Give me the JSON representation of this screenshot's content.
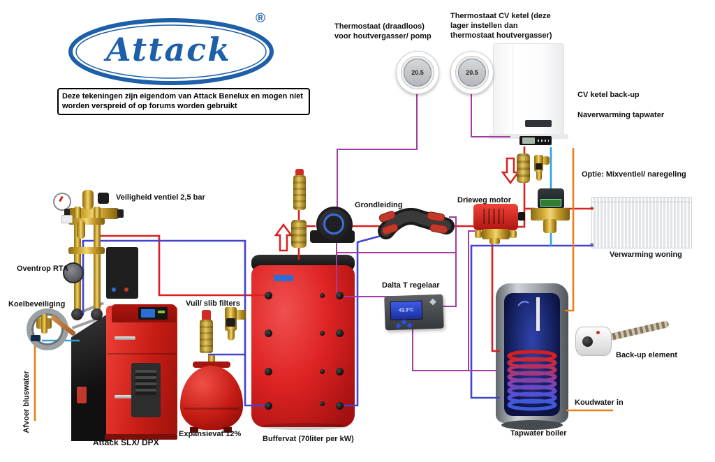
{
  "logo": {
    "name": "Attack",
    "registered": "®"
  },
  "disclaimer": "Deze tekeningen zijn eigendom van Attack Benelux en mogen niet\nworden verspreid of op forums worden gebruikt",
  "labels": {
    "thermostat_wireless": "Thermostaat (draadloos)\nvoor houtvergasser/ pomp",
    "thermostat_cv": "Thermostaat CV ketel (deze\nlager instellen dan\nthermostaat houtvergasser)",
    "cv_backup": "CV ketel back-up",
    "naverwarming": "Naverwarming tapwater",
    "optie_mix": "Optie: Mixventiel/ naregeling",
    "veiligheid": "Veiligheid ventiel 2,5 bar",
    "grondleiding": "Grondleiding",
    "drieweg": "Drieweg motor",
    "oventrop": "Oventrop RTA",
    "koelbeveiliging": "Koelbeveiliging",
    "vuil_filters": "Vuil/ slib filters",
    "dalta": "Dalta T regelaar",
    "verwarming": "Verwarming woning",
    "backup_element": "Back-up element",
    "koudwater": "Koudwater in",
    "afvoer": "Afvoer bluswater",
    "attack_slx": "Attack SLX/ DPX",
    "expansievat": "Expansievat 12%",
    "buffervat": "Buffervat (70liter per kW)",
    "tapwater": "Tapwater boiler"
  },
  "displays": {
    "thermostat_left": "20.5",
    "thermostat_right": "20.5",
    "dalta_temp": "43.3°C"
  },
  "colors": {
    "pipe-red": "#d92121",
    "pipe-blue": "#4343cf",
    "pipe-cyan": "#2ba2e2",
    "pipe-orange": "#ec7d18",
    "wire-purple": "#a23ba2",
    "logo-blue": "#1d5fa8",
    "boiler-red": "#c81d15",
    "tank-red": "#de2323",
    "brass": "#c9a227"
  }
}
